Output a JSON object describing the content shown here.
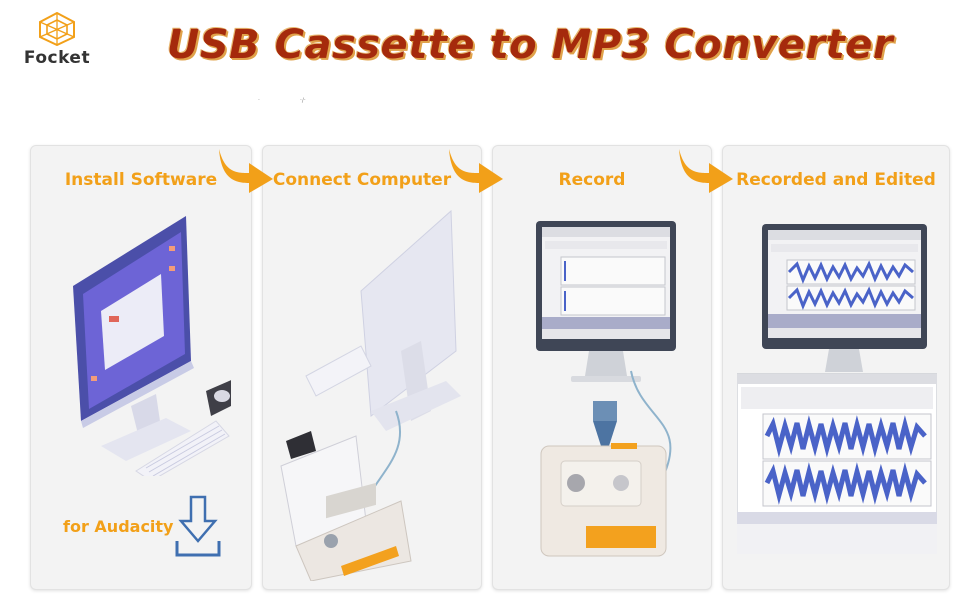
{
  "brand": {
    "logo_text": "Focket"
  },
  "title": "USB Cassette to MP3 Converter",
  "steps": [
    {
      "label": "Install Software"
    },
    {
      "label": "Connect Computer"
    },
    {
      "label": "Record"
    },
    {
      "label": "Recorded and Edited"
    }
  ],
  "note": "for Audacity",
  "colors": {
    "accent": "#f2a019",
    "title": "#a52a0c",
    "panel": "#f3f3f3",
    "waveform": "#4a63c8"
  },
  "icons": [
    "focket-logo-icon",
    "arrow-right-icon",
    "download-icon"
  ]
}
